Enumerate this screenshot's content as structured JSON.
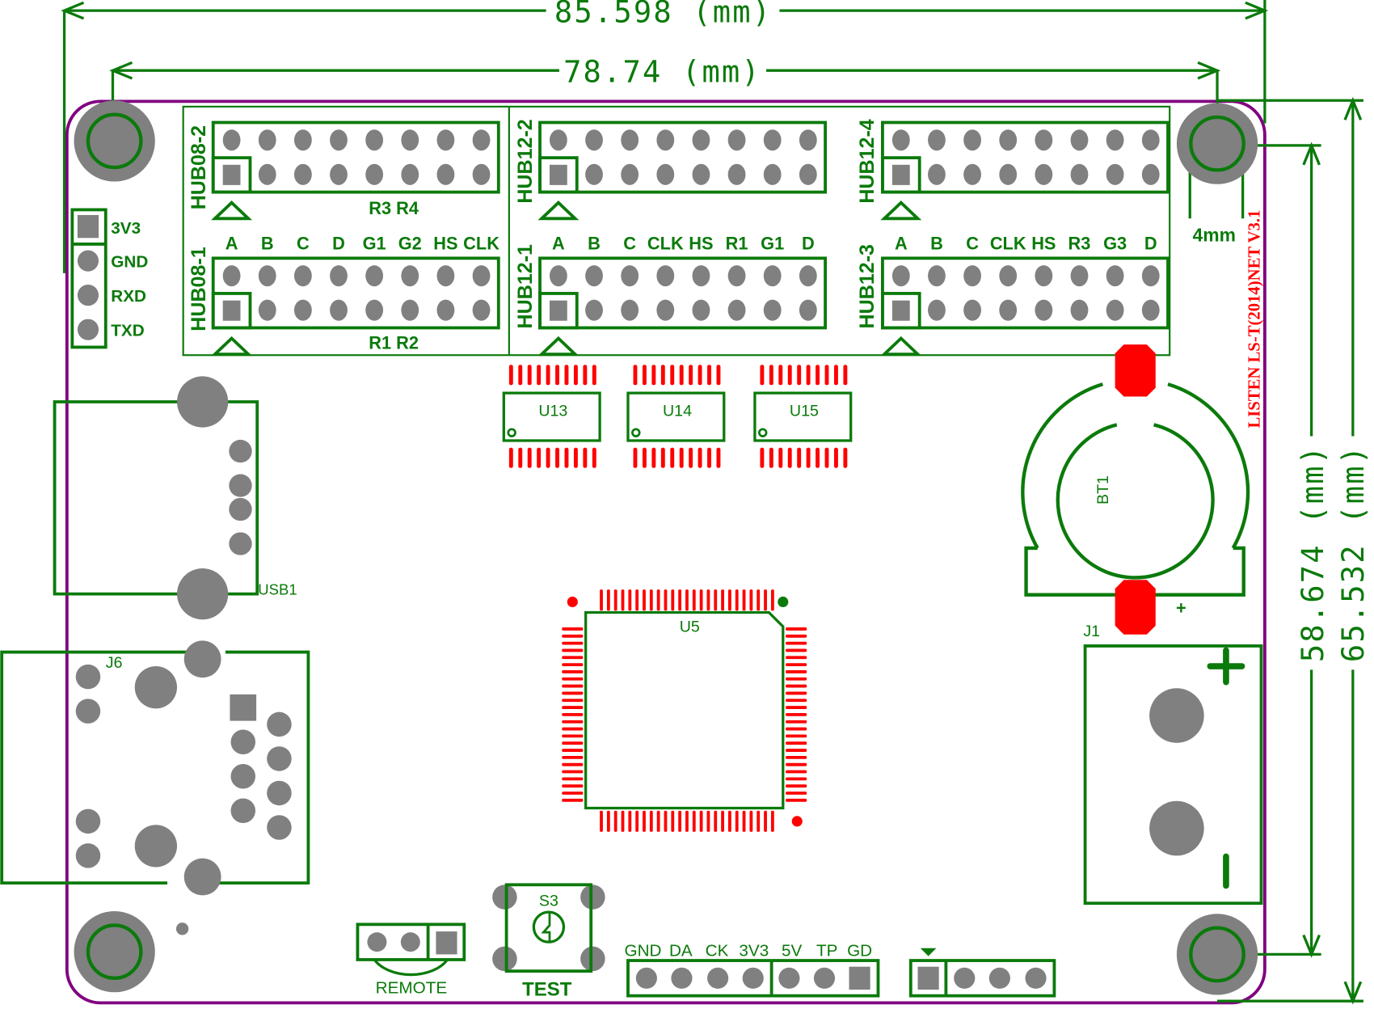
{
  "colors": {
    "silkscreen": "#0b7a0b",
    "board_outline": "#800080",
    "pad": "#808080",
    "smd_pad": "#ff0000",
    "background": "#ffffff"
  },
  "dimensions": {
    "overall_width": "85.598 (mm)",
    "hole_spacing_width": "78.74 (mm)",
    "overall_height": "65.532 (mm)",
    "hole_spacing_height": "58.674 (mm)",
    "hole_offset": "4mm"
  },
  "board_label": "LISTEN LS-T(2014)NET V3.1",
  "uart_header": {
    "pins": [
      "3V3",
      "GND",
      "RXD",
      "TXD"
    ]
  },
  "hub_connectors": [
    {
      "ref": "HUB08-2",
      "bottom_label": "R3 R4"
    },
    {
      "ref": "HUB08-1",
      "bottom_label": "R1 R2",
      "pin_labels": [
        "A",
        "B",
        "C",
        "D",
        "G1",
        "G2",
        "HS",
        "CLK"
      ]
    },
    {
      "ref": "HUB12-2"
    },
    {
      "ref": "HUB12-1",
      "pin_labels": [
        "A",
        "B",
        "C",
        "CLK",
        "HS",
        "R1",
        "G1",
        "D"
      ]
    },
    {
      "ref": "HUB12-4"
    },
    {
      "ref": "HUB12-3",
      "pin_labels": [
        "A",
        "B",
        "C",
        "CLK",
        "HS",
        "R3",
        "G3",
        "D"
      ]
    }
  ],
  "ics": [
    {
      "ref": "U13"
    },
    {
      "ref": "U14"
    },
    {
      "ref": "U15"
    },
    {
      "ref": "U5"
    }
  ],
  "battery": {
    "ref": "BT1",
    "polarity": "+"
  },
  "power_jack": {
    "ref": "J1",
    "plus": "+",
    "minus": "-"
  },
  "usb": {
    "ref": "USB1"
  },
  "ethernet": {
    "ref": "J6"
  },
  "switch": {
    "ref": "S3",
    "label": "TEST"
  },
  "remote_header": {
    "label": "REMOTE"
  },
  "bottom_header": {
    "pins": [
      "GND",
      "DA",
      "CK",
      "3V3",
      "5V",
      "TP",
      "GD"
    ]
  }
}
